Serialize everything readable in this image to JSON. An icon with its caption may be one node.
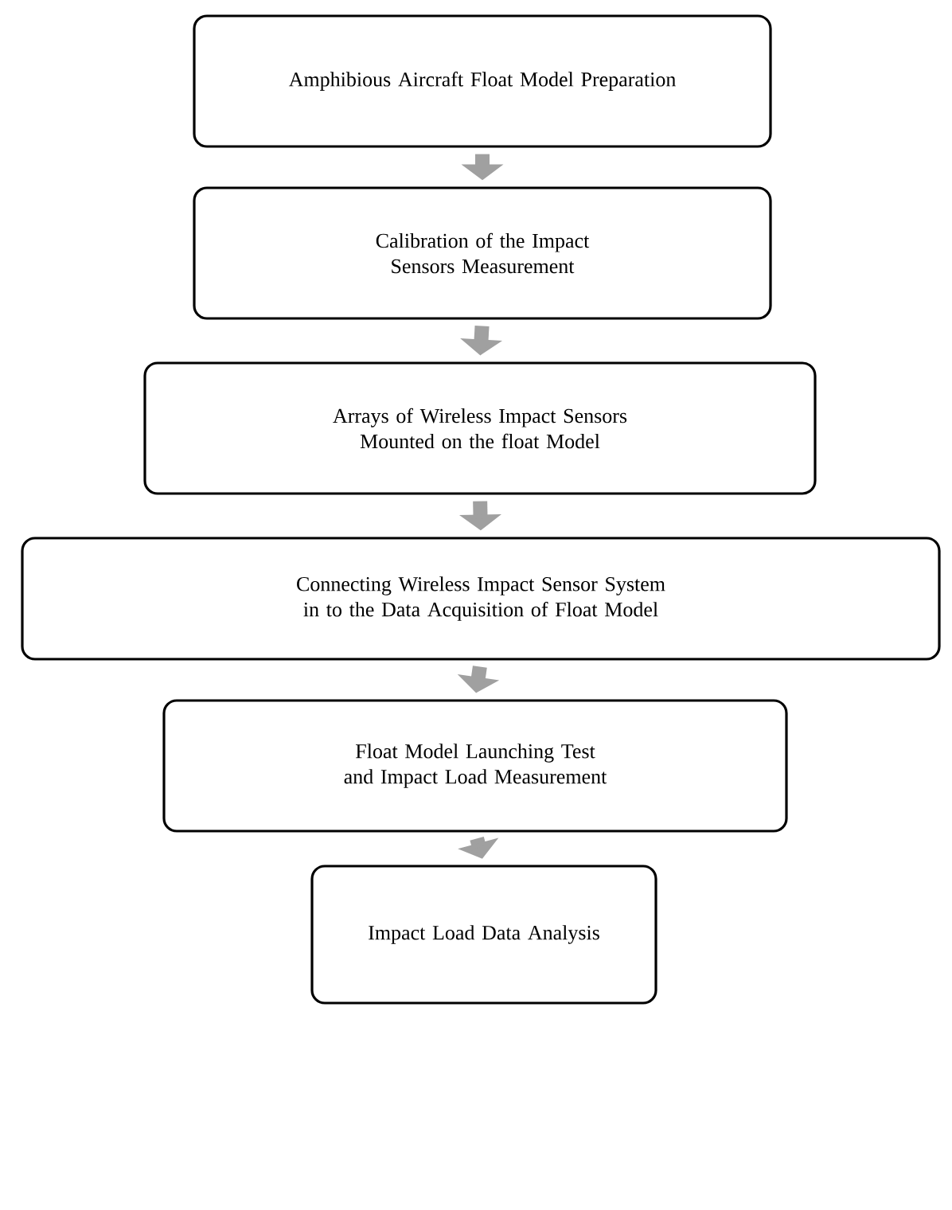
{
  "diagram": {
    "nodes": [
      {
        "text": [
          "Amphibious Aircraft Float Model Preparation"
        ]
      },
      {
        "text": [
          "Calibration of the Impact Sensors Measurement"
        ]
      },
      {
        "text": [
          "Arrays of Wireless Impact Sensors Mounted on the float Model"
        ]
      },
      {
        "text": [
          "Connecting Wireless Impact Sensor System in to the Data Acquisition of Float Model"
        ]
      },
      {
        "text": [
          "Float Model Launching Test and Impact Load Measurement"
        ]
      },
      {
        "text": [
          "Impact Load Data Analysis"
        ]
      }
    ],
    "edges": [
      {
        "from": 0,
        "to": 1,
        "arrow": "to"
      },
      {
        "from": 1,
        "to": 2,
        "arrow": "to"
      },
      {
        "from": 2,
        "to": 3,
        "arrow": "to"
      },
      {
        "from": 3,
        "to": 4,
        "arrow": "to"
      },
      {
        "from": 4,
        "to": 5,
        "arrow": "to"
      }
    ]
  }
}
